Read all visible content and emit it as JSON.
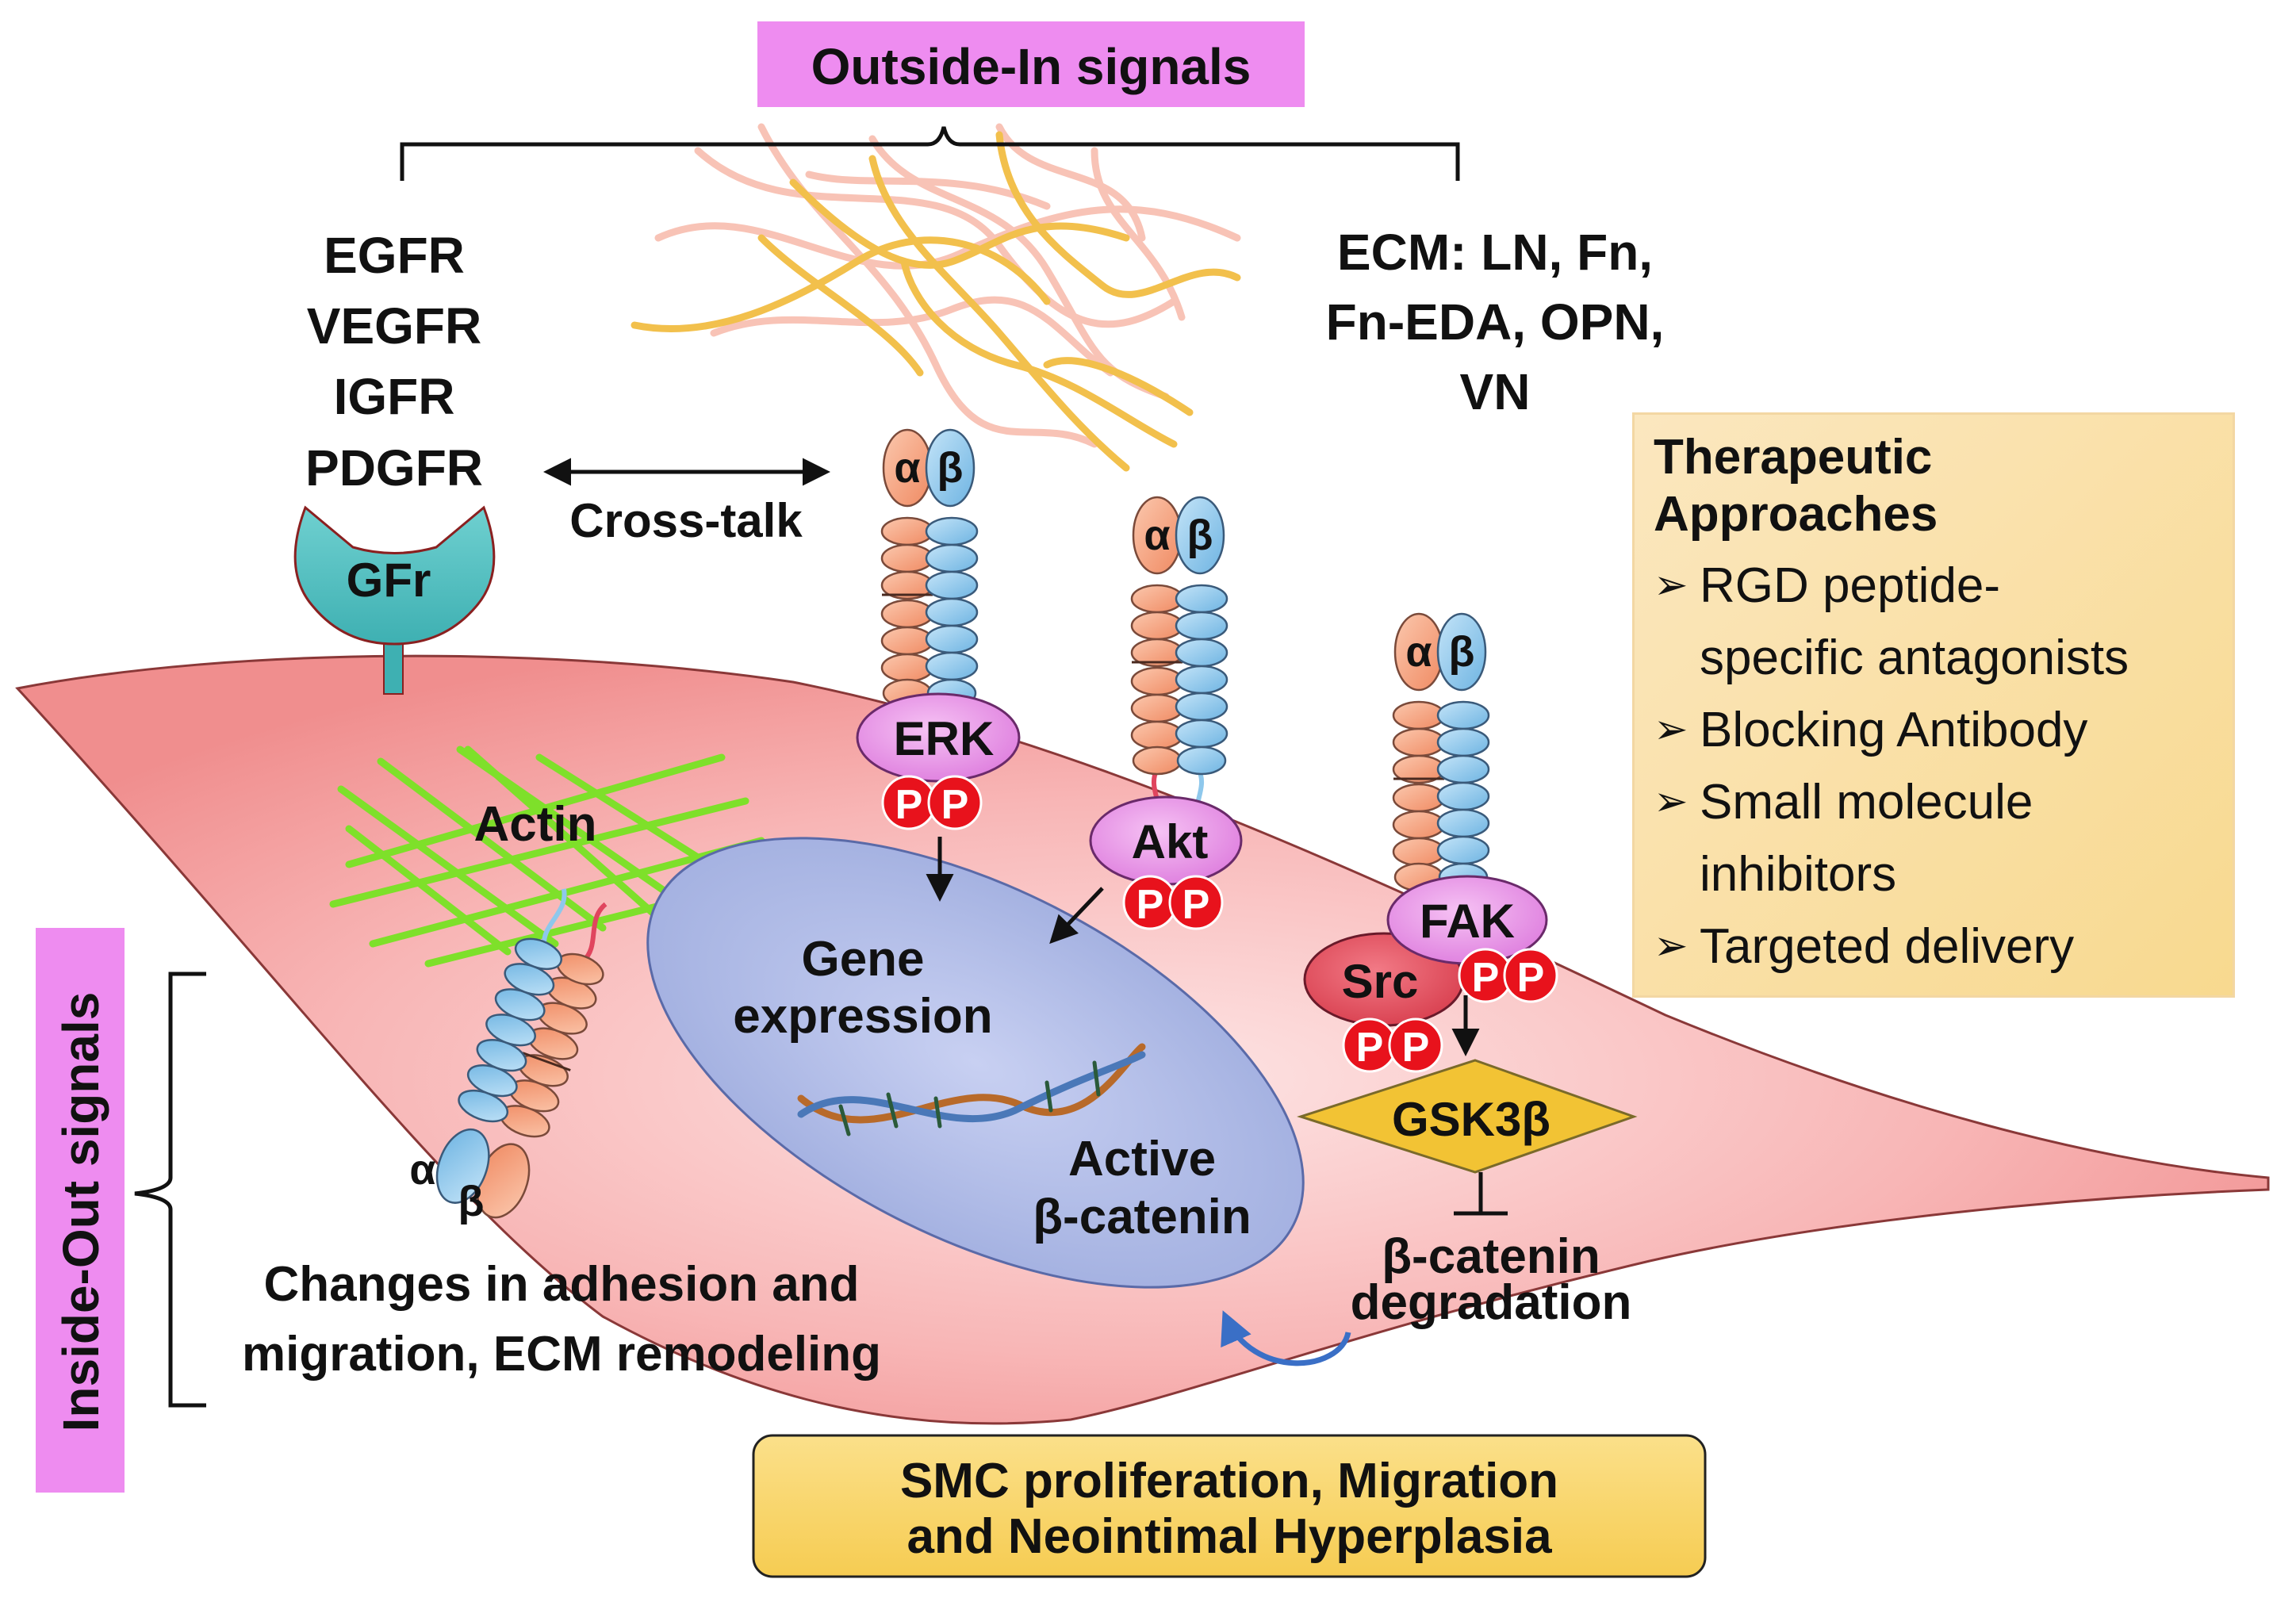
{
  "outside_in_label": "Outside-In signals",
  "inside_out_label": "Inside-Out signals",
  "receptors": [
    "EGFR",
    "VEGFR",
    "IGFR",
    "PDGFR"
  ],
  "gfr_label": "GFr",
  "crosstalk_label": "Cross-talk",
  "ecm_lines": [
    "ECM: LN, Fn,",
    "Fn-EDA, OPN,",
    "VN"
  ],
  "integrin": {
    "alpha": "α",
    "beta": "β"
  },
  "actin_label": "Actin",
  "kinases": {
    "erk": "ERK",
    "akt": "Akt",
    "fak": "FAK",
    "src": "Src"
  },
  "phospho": "P",
  "gsk_label": "GSK3β",
  "nucleus": {
    "gene_line1": "Gene",
    "gene_line2": "expression",
    "active_line1": "Active",
    "active_line2": "β-catenin"
  },
  "degradation": {
    "line1": "β-catenin",
    "line2": "degradation"
  },
  "inside_out_text": {
    "line1": "Changes in adhesion and",
    "line2": "migration, ECM remodeling"
  },
  "outcome": {
    "line1": "SMC proliferation, Migration",
    "line2": "and Neointimal Hyperplasia"
  },
  "therapy": {
    "title_line1": "Therapeutic",
    "title_line2": "Approaches",
    "items": [
      "RGD peptide-",
      "specific antagonists",
      "Blocking Antibody",
      "Small molecule",
      "inhibitors",
      "Targeted delivery"
    ],
    "bullet": "➢"
  },
  "colors": {
    "label_bg": "#ee8cf0",
    "alpha": "#f6a783",
    "beta": "#8ec8ec",
    "kinase": "#e88ee8",
    "phospho": "#e8121c",
    "gsk": "#f2c334",
    "outcome_bg": "#f8d56d",
    "cell": "#f6a8a8",
    "nucleus": "#b6c1ec",
    "actin": "#7ee02a"
  }
}
